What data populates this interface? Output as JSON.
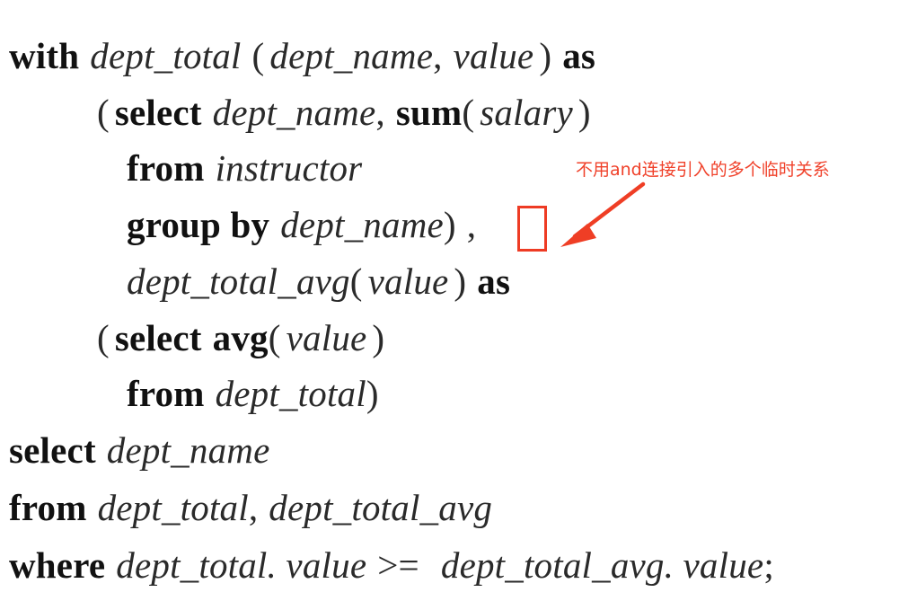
{
  "code": {
    "line1": {
      "kw1": "with",
      "id1": "dept_total",
      "p1": "(",
      "id2": "dept_name",
      "p2": ",",
      "id3": "value",
      "p3": ")",
      "kw2": "as"
    },
    "line2": {
      "p1": "(",
      "kw1": "select",
      "id1": "dept_name",
      "p2": ",",
      "kw2": "sum",
      "p3": "(",
      "id2": "salary",
      "p4": ")"
    },
    "line3": {
      "kw1": "from",
      "id1": "instructor"
    },
    "line4": {
      "kw1": "group by",
      "id1": "dept_name",
      "p1": ")",
      "p2": ","
    },
    "line5": {
      "id1": "dept_total_avg",
      "p1": "(",
      "id2": "value",
      "p2": ")",
      "kw1": "as"
    },
    "line6": {
      "p1": "(",
      "kw1": "select",
      "kw2": "avg",
      "p2": "(",
      "id1": "value",
      "p3": ")"
    },
    "line7": {
      "kw1": "from",
      "id1": "dept_total",
      "p1": ")"
    },
    "line8": {
      "kw1": "select",
      "id1": "dept_name"
    },
    "line9": {
      "kw1": "from",
      "id1": "dept_total",
      "p1": ",",
      "id2": "dept_total_avg"
    },
    "line10": {
      "kw1": "where",
      "id1": "dept_total. value",
      "p1": ">=",
      "id2": "dept_total_avg. value",
      "p2": ";"
    }
  },
  "annotation": {
    "text": "不用and连接引入的多个临时关系",
    "color": "#f0412a"
  }
}
